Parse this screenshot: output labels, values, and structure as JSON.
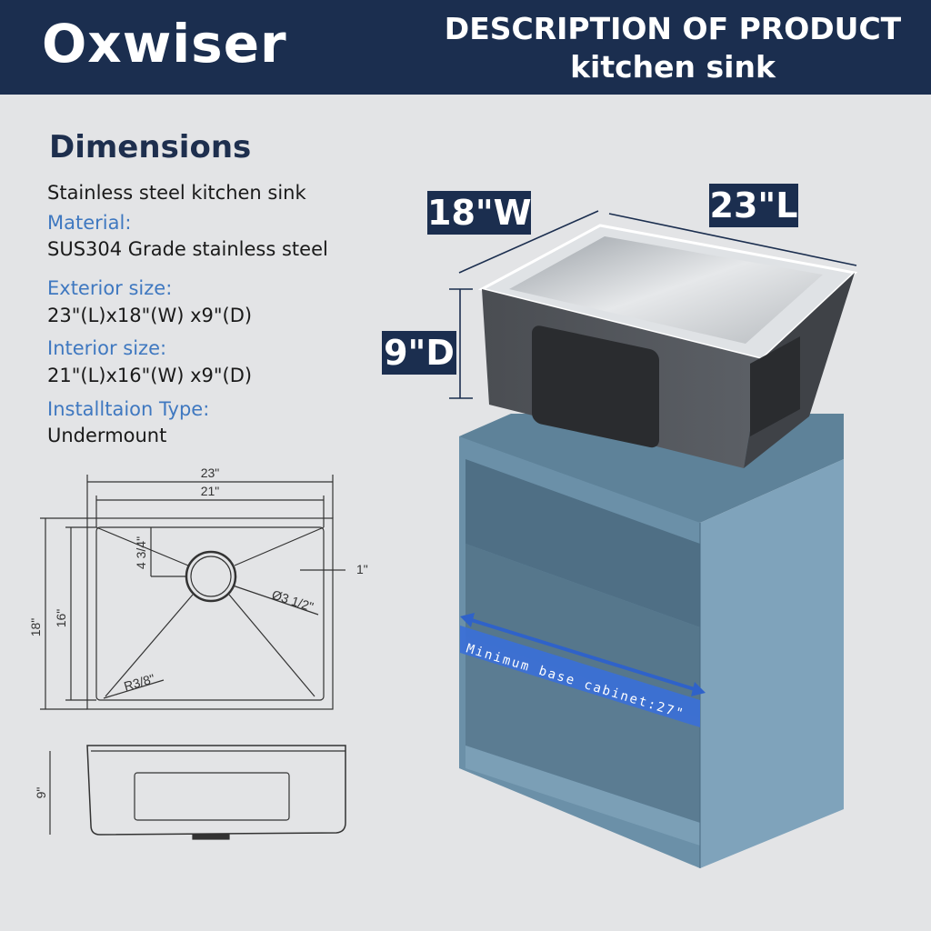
{
  "header": {
    "brand": "Oxwiser",
    "title_line1": "DESCRIPTION OF PRODUCT",
    "title_line2": "kitchen sink"
  },
  "specs": {
    "heading": "Dimensions",
    "product": "Stainless steel kitchen sink",
    "material_label": "Material:",
    "material_value": "SUS304 Grade stainless steel",
    "exterior_label": "Exterior size:",
    "exterior_value": "23\"(L)x18\"(W) x9\"(D)",
    "interior_label": "Interior size:",
    "interior_value": "21\"(L)x16\"(W) x9\"(D)",
    "install_label": "Installtaion Type:",
    "install_value": "Undermount"
  },
  "drawing": {
    "outer_length": "23\"",
    "inner_length": "21\"",
    "outer_width": "18\"",
    "inner_width": "16\"",
    "drain_offset": "4 3/4\"",
    "rim": "1\"",
    "drain_diameter": "Ø3 1/2\"",
    "corner_radius": "R3/8\"",
    "depth": "9\""
  },
  "product_image": {
    "width_badge": "18\"W",
    "length_badge": "23\"L",
    "depth_badge": "9\"D",
    "cabinet_note": "Minimum base cabinet:27\""
  },
  "colors": {
    "header_bg": "#1b2e4f",
    "label_blue": "#3f78c0",
    "cabinet": "#6b90a8",
    "arrow_blue": "#2f62c9"
  }
}
